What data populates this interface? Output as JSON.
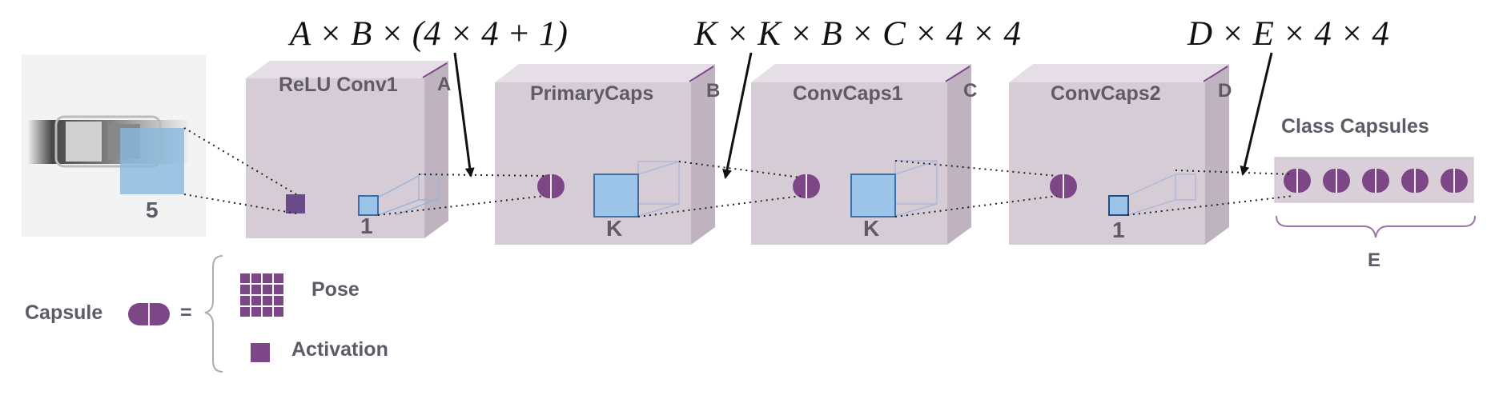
{
  "formulas": {
    "relu_to_primary": "A × B × (4 × 4 + 1)",
    "primary_to_convcaps": "K × K × B × C × 4 × 4",
    "convcaps_to_class": "D × E × 4 × 4"
  },
  "input": {
    "kernel_label": "5"
  },
  "layers": [
    {
      "name": "ReLU Conv1",
      "dim": "A",
      "kernel": "1"
    },
    {
      "name": "PrimaryCaps",
      "dim": "B",
      "kernel": "K"
    },
    {
      "name": "ConvCaps1",
      "dim": "C",
      "kernel": "K"
    },
    {
      "name": "ConvCaps2",
      "dim": "D",
      "kernel": "1"
    }
  ],
  "class_capsules": {
    "title": "Class Capsules",
    "dim": "E",
    "count": 5
  },
  "legend": {
    "capsule": "Capsule",
    "equals": "=",
    "pose": "Pose",
    "activation": "Activation"
  },
  "colors": {
    "block_front": "#d6ccd6",
    "block_top": "#e6dee6",
    "block_side": "#bfb3bf",
    "capsule": "#7d4787",
    "kernel_box": "#9cc3e8",
    "input_highlight": "#8ab8dc"
  }
}
